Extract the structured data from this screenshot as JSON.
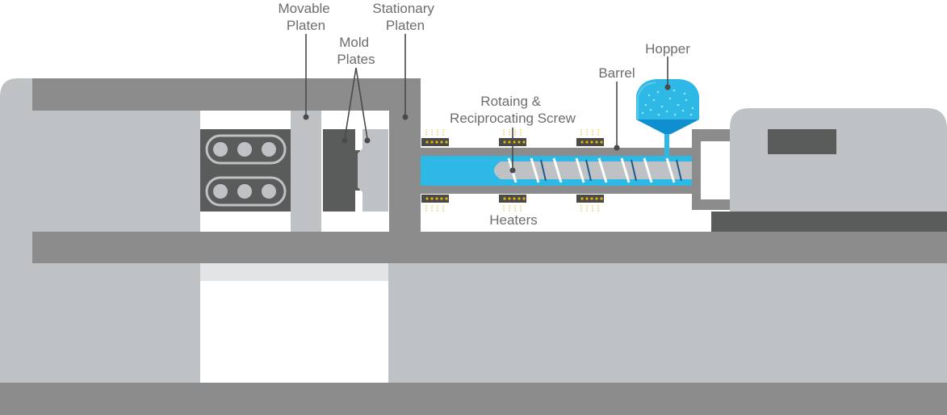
{
  "labels": {
    "movable_platen": [
      "Movable",
      "Platen"
    ],
    "stationary_platen": [
      "Stationary",
      "Platen"
    ],
    "mold_plates": [
      "Mold",
      "Plates"
    ],
    "hopper": "Hopper",
    "barrel": "Barrel",
    "screw": [
      "Rotaing &",
      "Reciprocating Screw"
    ],
    "heaters": "Heaters"
  },
  "colors": {
    "frame_dark": "#8c8c8c",
    "body_light": "#bfc2c4",
    "mold_dark": "#5a5b5b",
    "heater": "#4a4a4a",
    "heater_dot": "#e8b400",
    "melt": "#2db8e6",
    "melt_dark": "#0f8fcf",
    "label": "#6d6d6d"
  }
}
